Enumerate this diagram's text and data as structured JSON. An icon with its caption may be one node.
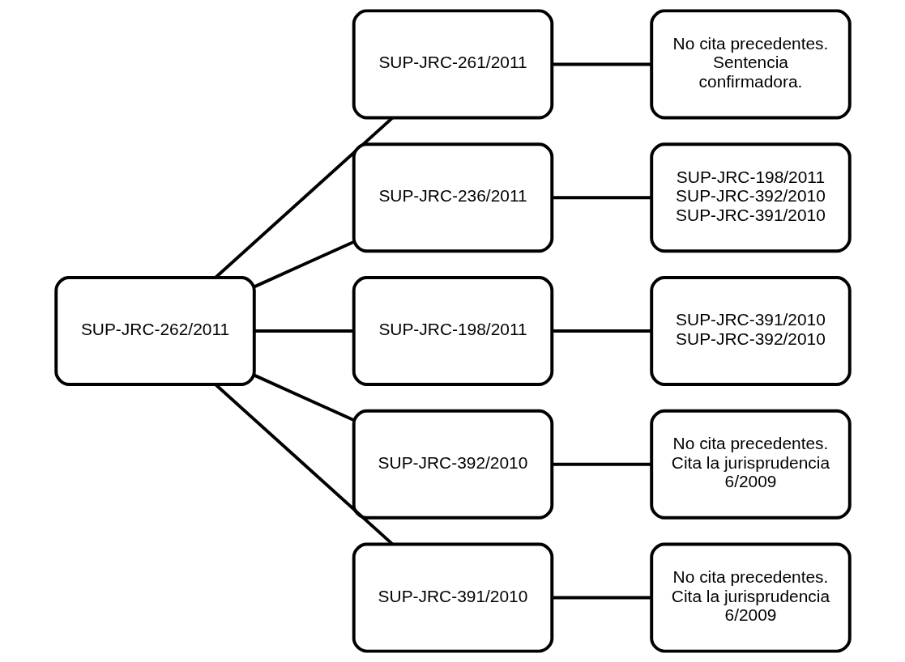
{
  "diagram": {
    "nodes": [
      {
        "text": [
          "SUP-JRC-262/2011"
        ]
      },
      {
        "text": [
          "SUP-JRC-261/2011"
        ]
      },
      {
        "text": [
          "SUP-JRC-236/2011"
        ]
      },
      {
        "text": [
          "SUP-JRC-198/2011"
        ]
      },
      {
        "text": [
          "SUP-JRC-392/2010"
        ]
      },
      {
        "text": [
          "SUP-JRC-391/2010"
        ]
      },
      {
        "text": [
          "No cita precedentes. Sentencia confirmadora."
        ]
      },
      {
        "text": [
          "SUP-JRC-198/2011",
          "SUP-JRC-392/2010",
          "SUP-JRC-391/2010"
        ]
      },
      {
        "text": [
          "SUP-JRC-391/2010",
          "SUP-JRC-392/2010"
        ]
      },
      {
        "text": [
          "No cita precedentes. Cita la jurisprudencia 6/2009"
        ]
      },
      {
        "text": [
          "No cita precedentes. Cita la jurisprudencia 6/2009"
        ]
      }
    ],
    "edges": [
      {
        "from": 0,
        "to": 1,
        "arrow": "none"
      },
      {
        "from": 0,
        "to": 2,
        "arrow": "none"
      },
      {
        "from": 0,
        "to": 3,
        "arrow": "none"
      },
      {
        "from": 0,
        "to": 4,
        "arrow": "none"
      },
      {
        "from": 0,
        "to": 5,
        "arrow": "none"
      },
      {
        "from": 1,
        "to": 6,
        "arrow": "none"
      },
      {
        "from": 2,
        "to": 7,
        "arrow": "none"
      },
      {
        "from": 3,
        "to": 8,
        "arrow": "none"
      },
      {
        "from": 4,
        "to": 9,
        "arrow": "none"
      },
      {
        "from": 5,
        "to": 10,
        "arrow": "none"
      }
    ]
  }
}
